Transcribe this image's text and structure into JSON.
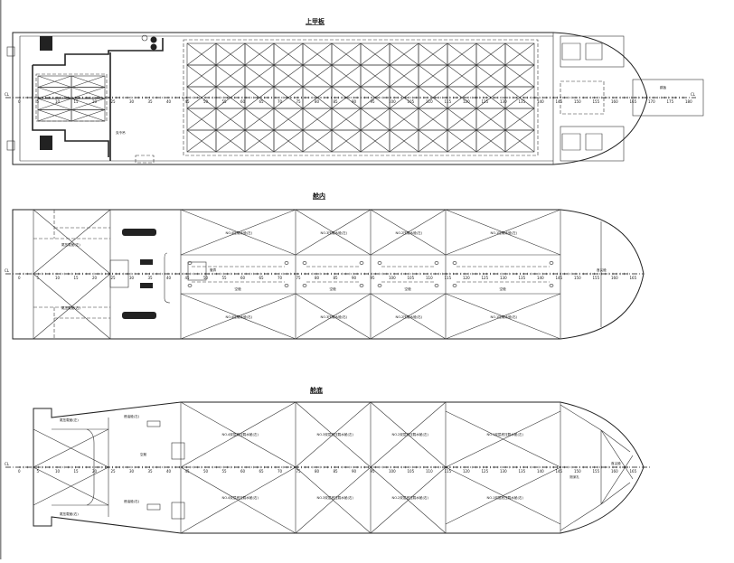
{
  "plans": [
    {
      "title": "上甲板",
      "cl_label": "CL"
    },
    {
      "title": "舱内",
      "cl_label": "CL"
    },
    {
      "title": "舱底",
      "cl_label": "CL"
    }
  ],
  "frames_upper": [
    0,
    5,
    10,
    15,
    20,
    25,
    30,
    35,
    40,
    45,
    50,
    55,
    60,
    65,
    70,
    75,
    80,
    85,
    90,
    95,
    100,
    105,
    110,
    115,
    120,
    125,
    130,
    135,
    140,
    145,
    150,
    155,
    160,
    165,
    170,
    175,
    180
  ],
  "frames_hold": [
    0,
    5,
    10,
    15,
    20,
    25,
    30,
    35,
    40,
    45,
    50,
    55,
    60,
    65,
    70,
    75,
    80,
    85,
    90,
    95,
    100,
    105,
    110,
    115,
    120,
    125,
    130,
    135,
    140,
    145,
    150,
    155,
    160,
    165
  ],
  "frames_bottom": [
    0,
    5,
    10,
    15,
    20,
    25,
    30,
    35,
    40,
    45,
    50,
    55,
    60,
    65,
    70,
    75,
    80,
    85,
    90,
    95,
    100,
    105,
    110,
    115,
    120,
    125,
    130,
    135,
    140,
    145,
    150,
    155,
    160,
    165
  ],
  "hold_labels": {
    "wing_port": [
      "NO.4压载水舱(左)",
      "NO.3压载水舱(左)",
      "NO.2压载水舱(左)",
      "NO.1压载水舱(左)"
    ],
    "wing_stbd": [
      "NO.4压载水舱(右)",
      "NO.3压载水舱(右)",
      "NO.2压载水舱(右)",
      "NO.1压载水舱(右)"
    ],
    "void": [
      "空舱",
      "空舱",
      "空舱",
      "空舱"
    ],
    "pipe_tunnel": "管弄",
    "aft_port": "尾压载舱(左)",
    "aft_stbd": "尾压载舱(右)",
    "fore_peak": "首尖舱"
  },
  "bottom_labels": {
    "db_port": [
      "NO.4双层底压载水舱(左)",
      "NO.3双层底压载水舱(左)",
      "NO.2双层底压载水舱(左)",
      "NO.1双层底压载水舱(左)"
    ],
    "db_stbd": [
      "NO.4双层底压载水舱(右)",
      "NO.3双层底压载水舱(右)",
      "NO.2双层底压载水舱(右)",
      "NO.1双层底压载水舱(右)"
    ],
    "aft_port": "尾压载舱(左)",
    "aft_stbd": "尾压载舱(右)",
    "void": "空舱",
    "fuel_port": "燃油舱(左)",
    "fuel_stbd": "燃油舱(右)",
    "fore_peak": "首尖舱",
    "sounding": "测深孔"
  },
  "deck_labels": {
    "ramp": "跳板",
    "crane": "克令吊"
  }
}
